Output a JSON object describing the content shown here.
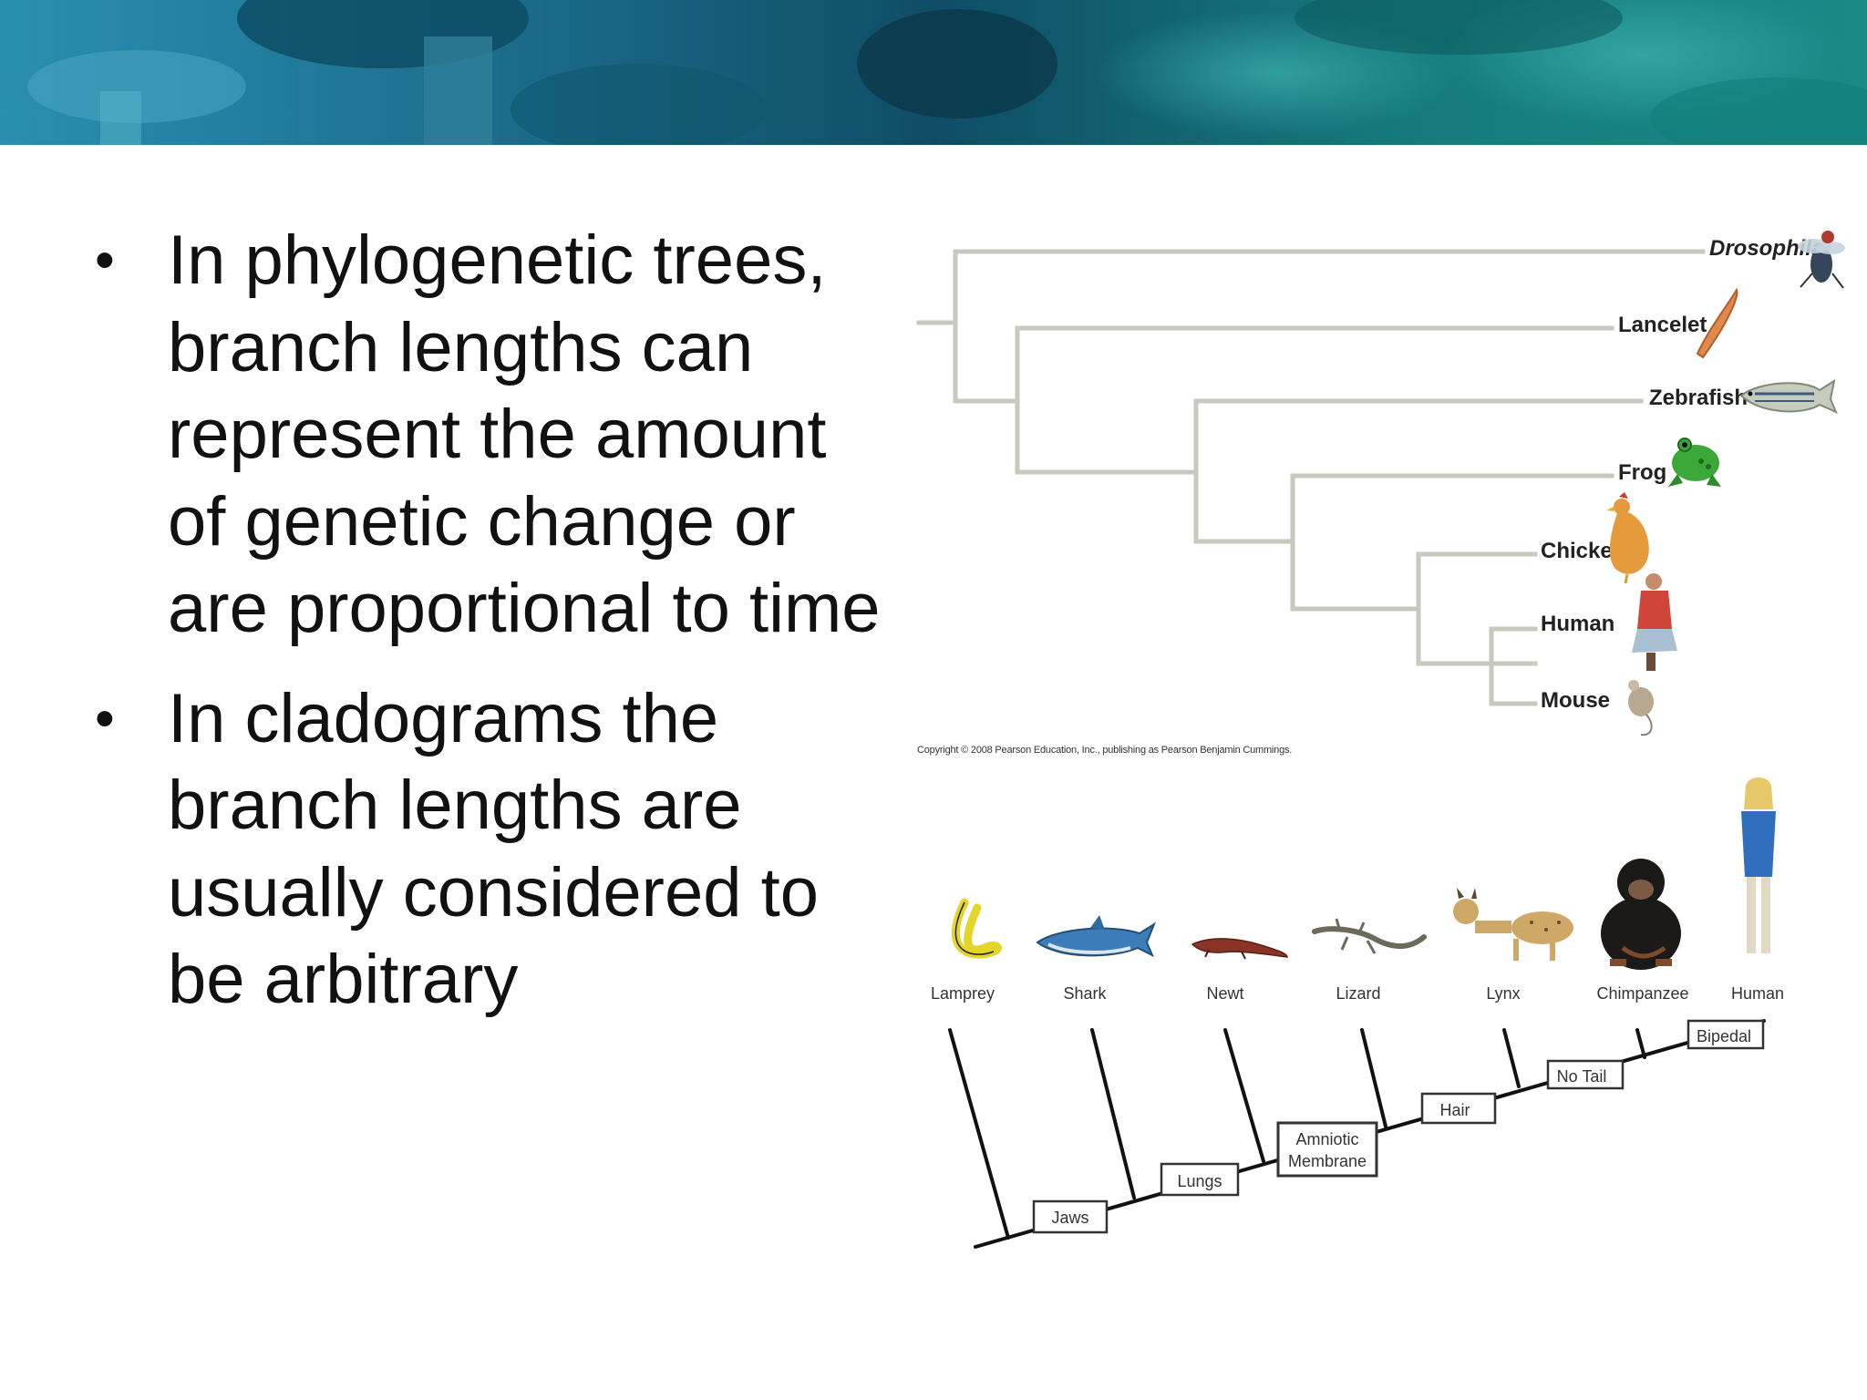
{
  "bullets": [
    "In phylogenetic trees, branch lengths can represent the amount of genetic change or are proportional to time",
    "In cladograms the branch lengths are usually considered to be arbitrary"
  ],
  "phylogenetic_tree": {
    "taxa": [
      {
        "label": "Drosophila",
        "icon": "fly-icon"
      },
      {
        "label": "Lancelet",
        "icon": "lancelet-icon"
      },
      {
        "label": "Zebrafish",
        "icon": "zebrafish-icon"
      },
      {
        "label": "Frog",
        "icon": "frog-icon"
      },
      {
        "label": "Chicken",
        "icon": "chicken-icon"
      },
      {
        "label": "Human",
        "icon": "human-icon"
      },
      {
        "label": "Mouse",
        "icon": "mouse-icon"
      }
    ],
    "copyright": "Copyright © 2008 Pearson Education, Inc., publishing as Pearson Benjamin Cummings."
  },
  "cladogram": {
    "taxa": [
      {
        "label": "Lamprey",
        "icon": "lamprey-icon"
      },
      {
        "label": "Shark",
        "icon": "shark-icon"
      },
      {
        "label": "Newt",
        "icon": "newt-icon"
      },
      {
        "label": "Lizard",
        "icon": "lizard-icon"
      },
      {
        "label": "Lynx",
        "icon": "lynx-icon"
      },
      {
        "label": "Chimpanzee",
        "icon": "chimpanzee-icon"
      },
      {
        "label": "Human",
        "icon": "human-woman-icon"
      }
    ],
    "traits": [
      "Jaws",
      "Lungs",
      "Amniotic",
      "Membrane",
      "Hair",
      "No Tail",
      "Bipedal"
    ]
  },
  "colors": {
    "banner_dark": "#0b3d52",
    "banner_teal": "#1b8c8a",
    "tree_line": "#c8c9bd",
    "cladogram_line": "#111111"
  }
}
